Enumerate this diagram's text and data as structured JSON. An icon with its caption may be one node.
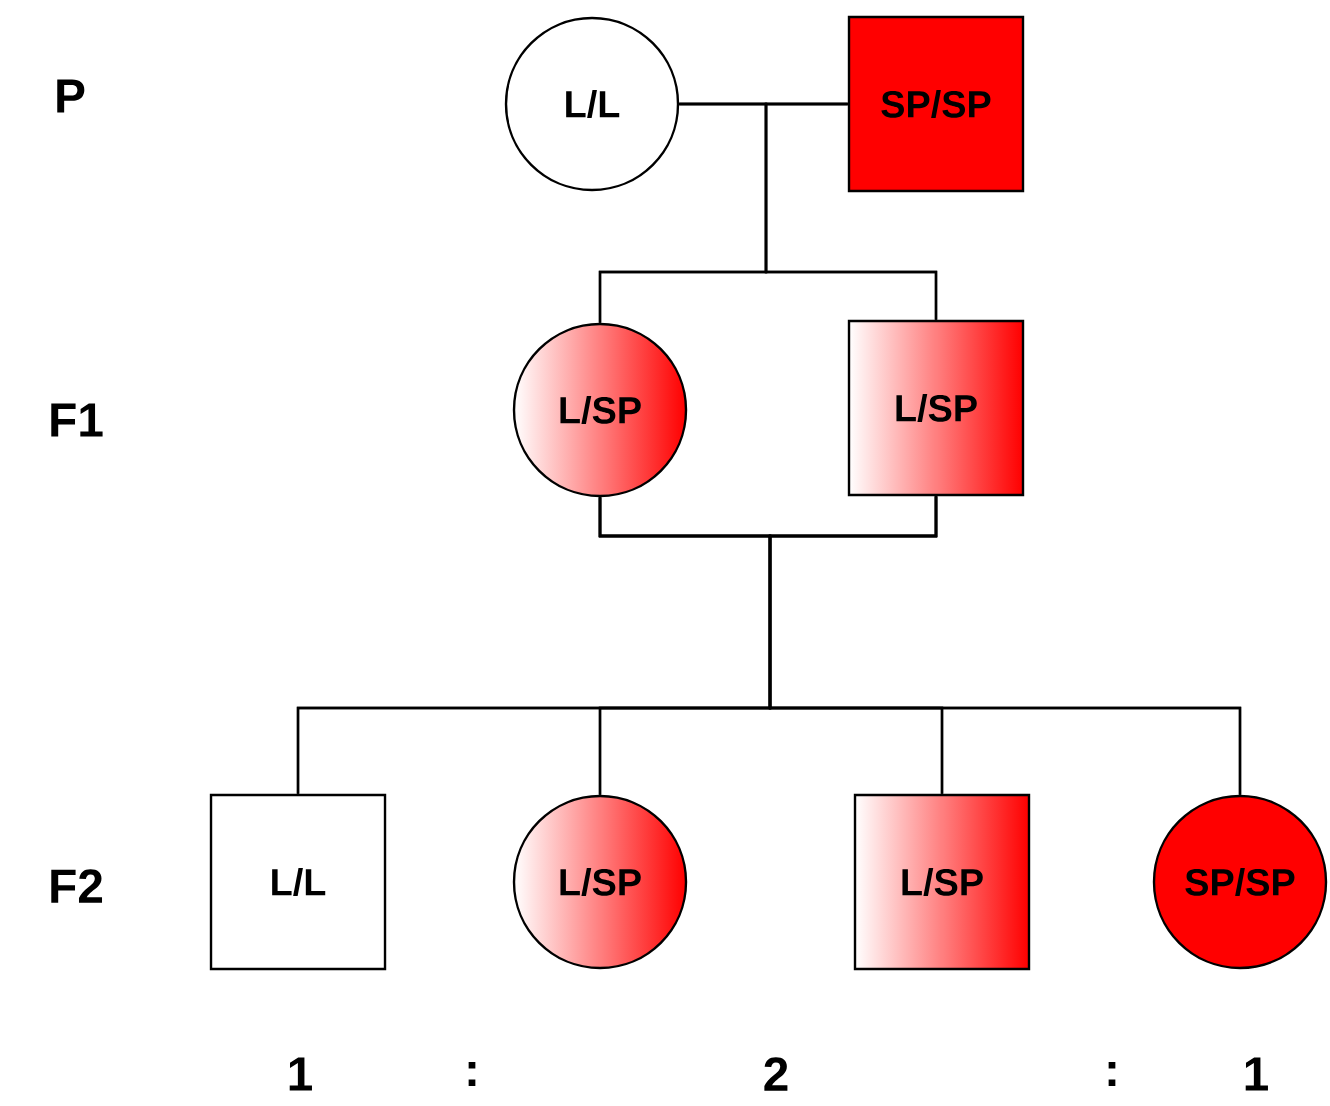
{
  "diagram": {
    "nodes": [
      {
        "text": [
          "L/L"
        ]
      },
      {
        "text": [
          "SP/SP"
        ]
      },
      {
        "text": [
          "L/SP"
        ]
      },
      {
        "text": [
          "L/SP"
        ]
      },
      {
        "text": [
          "L/L"
        ]
      },
      {
        "text": [
          "L/SP"
        ]
      },
      {
        "text": [
          "L/SP"
        ]
      },
      {
        "text": [
          "SP/SP"
        ]
      }
    ],
    "edges": [
      {
        "from": 0,
        "to": 1,
        "arrow": "none"
      },
      {
        "from": 0,
        "to": 2,
        "arrow": "none"
      },
      {
        "from": 0,
        "to": 3,
        "arrow": "none"
      },
      {
        "from": 1,
        "to": 2,
        "arrow": "none"
      },
      {
        "from": 1,
        "to": 3,
        "arrow": "none"
      },
      {
        "from": 2,
        "to": 3,
        "arrow": "none"
      },
      {
        "from": 2,
        "to": 4,
        "arrow": "none"
      },
      {
        "from": 2,
        "to": 5,
        "arrow": "none"
      },
      {
        "from": 2,
        "to": 6,
        "arrow": "none"
      },
      {
        "from": 2,
        "to": 7,
        "arrow": "none"
      },
      {
        "from": 3,
        "to": 4,
        "arrow": "none"
      },
      {
        "from": 3,
        "to": 5,
        "arrow": "none"
      },
      {
        "from": 3,
        "to": 6,
        "arrow": "none"
      },
      {
        "from": 3,
        "to": 7,
        "arrow": "none"
      }
    ],
    "labels": [
      "P",
      "F1",
      "F2",
      "1",
      ":",
      "2",
      ":",
      "1"
    ]
  }
}
